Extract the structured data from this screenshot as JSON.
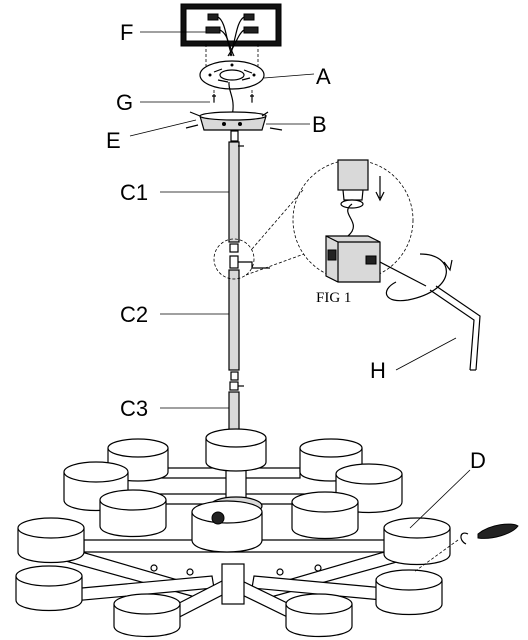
{
  "labels": {
    "F": "F",
    "A": "A",
    "G": "G",
    "E": "E",
    "B": "B",
    "C1": "C1",
    "C2": "C2",
    "C3": "C3",
    "H": "H",
    "D": "D"
  },
  "figure_caption": "FIG 1"
}
